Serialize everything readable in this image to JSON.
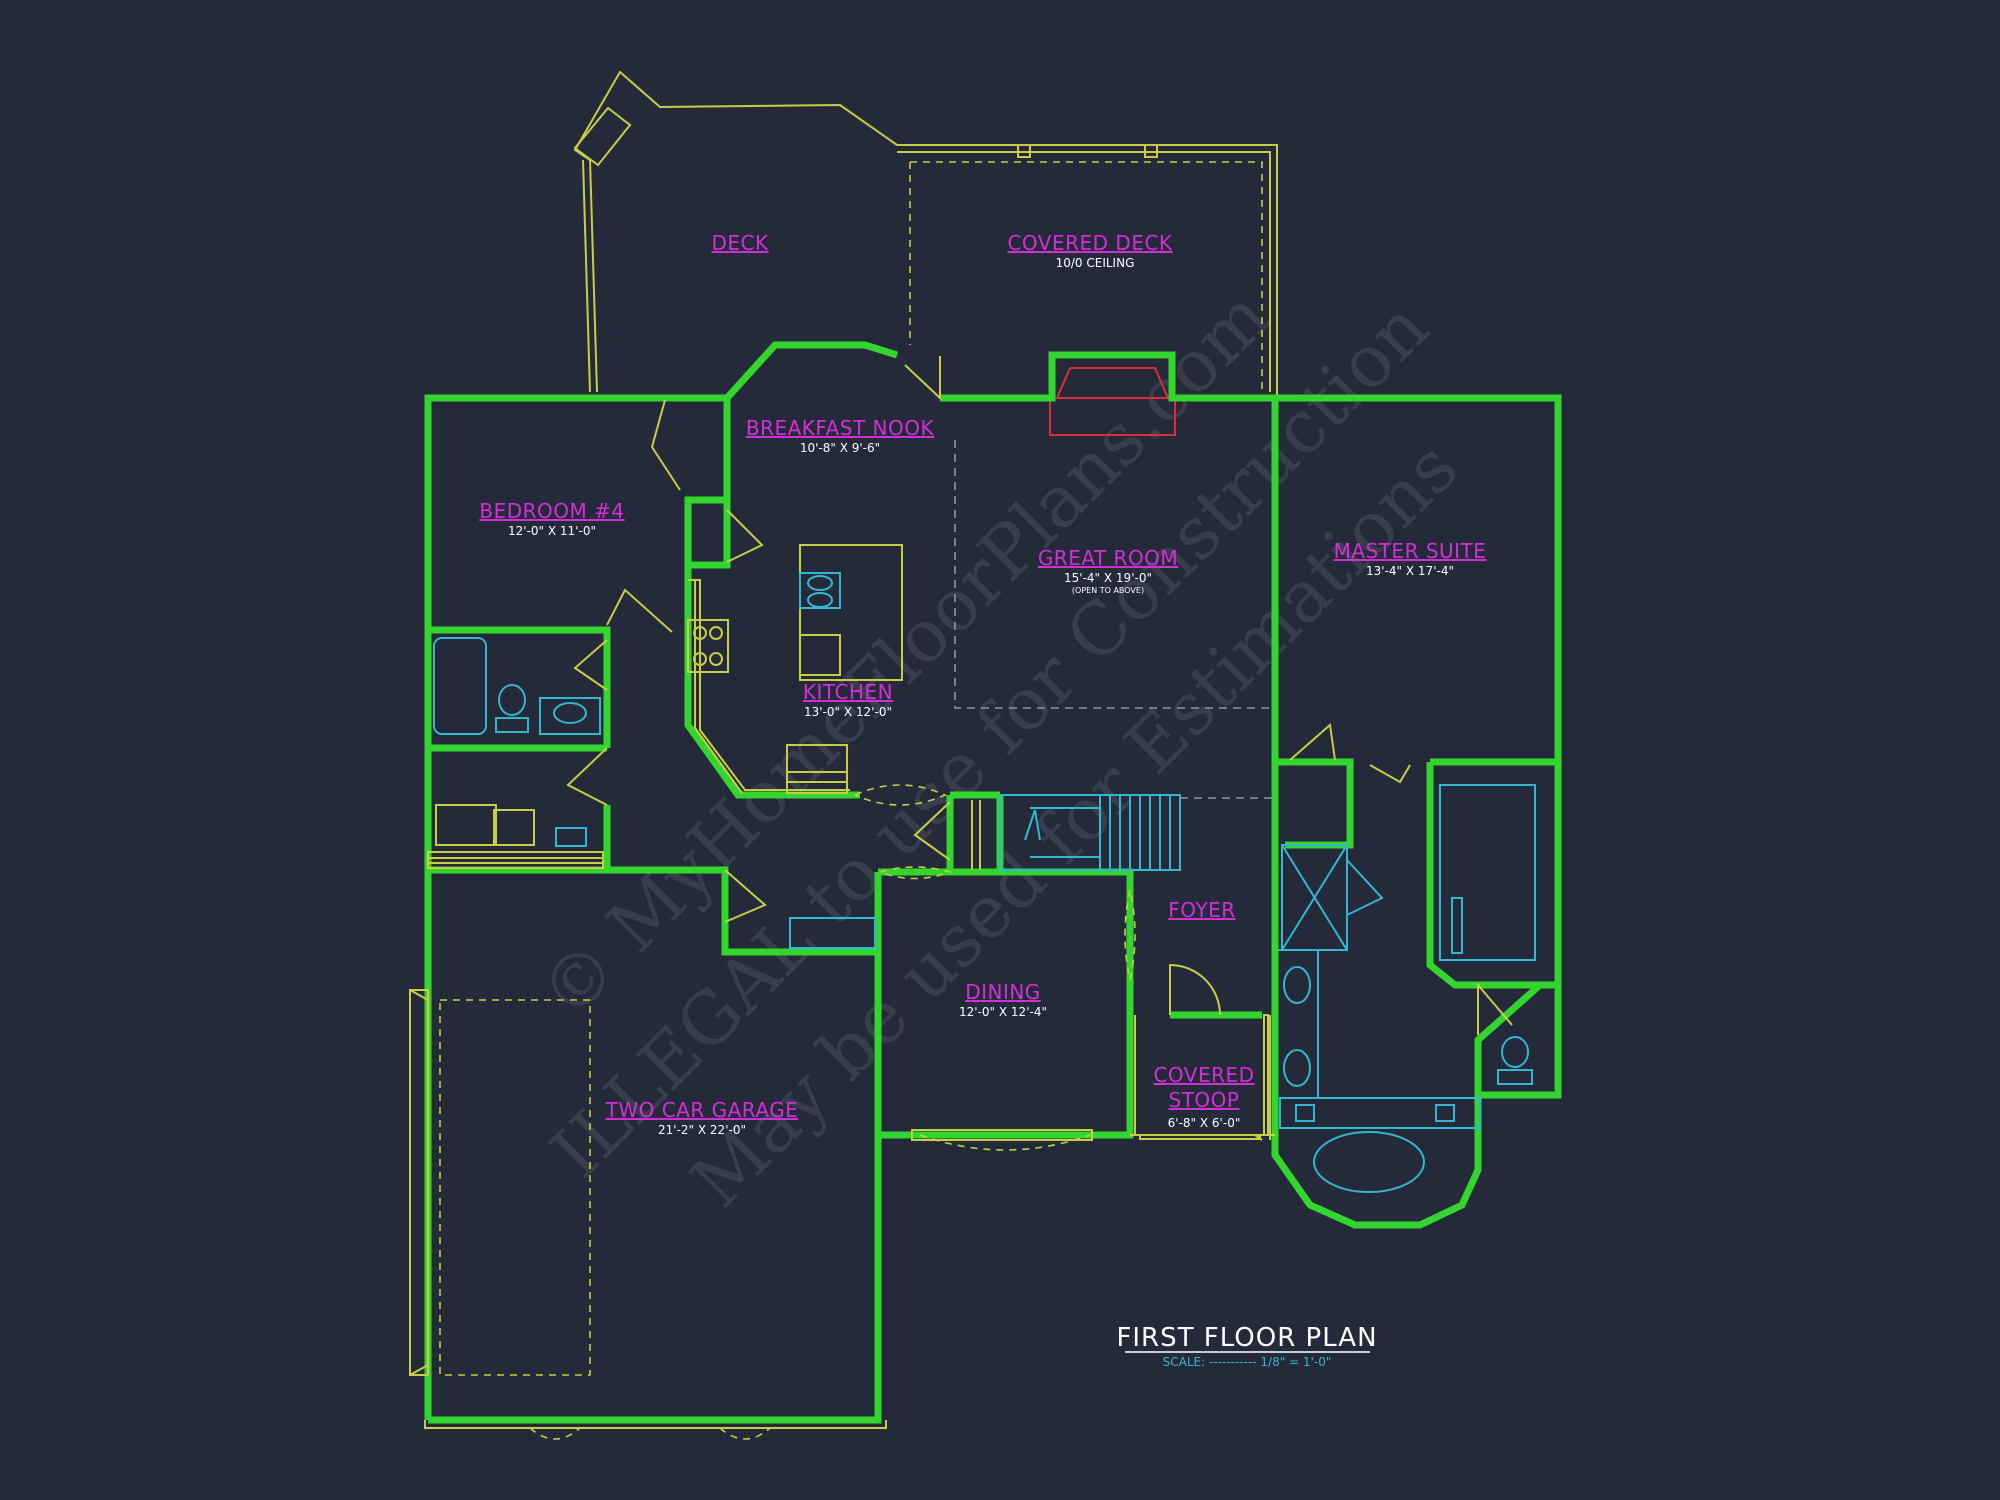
{
  "plan": {
    "title": "FIRST FLOOR PLAN",
    "scale": "SCALE: ----------- 1/8\" = 1'-0\"",
    "colors": {
      "background": "#252a3b",
      "walls": "#33d62e",
      "linework": "#c8cd45",
      "room_labels": "#d32fd6",
      "fixtures": "#33b6cf",
      "fireplace": "#d83034"
    }
  },
  "rooms": {
    "deck": {
      "name": "DECK"
    },
    "covered_deck": {
      "name": "COVERED DECK",
      "note": "10/0 CEILING"
    },
    "breakfast_nook": {
      "name": "BREAKFAST NOOK",
      "dim": "10'-8\" X 9'-6\""
    },
    "bedroom4": {
      "name": "BEDROOM #4",
      "dim": "12'-0\" X 11'-0\""
    },
    "great_room": {
      "name": "GREAT ROOM",
      "dim": "15'-4\" X 19'-0\"",
      "note": "(OPEN TO ABOVE)"
    },
    "master_suite": {
      "name": "MASTER SUITE",
      "dim": "13'-4\" X 17'-4\""
    },
    "kitchen": {
      "name": "KITCHEN",
      "dim": "13'-0\" X 12'-0\""
    },
    "foyer": {
      "name": "FOYER"
    },
    "dining": {
      "name": "DINING",
      "dim": "12'-0\" X 12'-4\""
    },
    "covered_stoop": {
      "name_line1": "COVERED",
      "name_line2": "STOOP",
      "dim": "6'-8\" X 6'-0\""
    },
    "garage": {
      "name": "TWO CAR GARAGE",
      "dim": "21'-2\" X 22'-0\""
    }
  },
  "watermark": {
    "line1": "© MyHomeFloorPlans.com",
    "line2": "ILLEGAL to use for Construction",
    "line3": "May be used for Estimations"
  }
}
